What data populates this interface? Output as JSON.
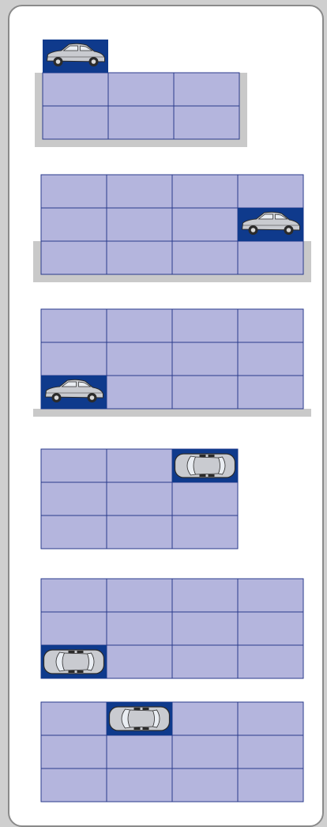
{
  "colors": {
    "cell": "#b4b5dd",
    "cell_border": "#2a3a8c",
    "highlight": "#0f3a8c",
    "ground": "#c9c9c9",
    "car_body": "#c9cbd0",
    "car_dark": "#2b2b2b",
    "car_window": "#e9edf2"
  },
  "icons": {
    "side_car": "car-side-icon",
    "top_car": "car-top-icon"
  },
  "diagrams": [
    {
      "id": "diagram-1",
      "rows": 2,
      "cols": 3,
      "car": {
        "row": -1,
        "col": 0,
        "view": "side"
      },
      "ground": "u-platform"
    },
    {
      "id": "diagram-2",
      "rows": 3,
      "cols": 4,
      "car": {
        "row": 1,
        "col": 3,
        "view": "side"
      },
      "ground": "u-platform-bottom-row"
    },
    {
      "id": "diagram-3",
      "rows": 3,
      "cols": 4,
      "car": {
        "row": 2,
        "col": 0,
        "view": "side"
      },
      "ground": "floor-line"
    },
    {
      "id": "diagram-4",
      "rows": 3,
      "cols": 3,
      "car": {
        "row": 0,
        "col": 2,
        "view": "top"
      },
      "ground": "none"
    },
    {
      "id": "diagram-5",
      "rows": 3,
      "cols": 4,
      "car": {
        "row": 2,
        "col": 0,
        "view": "top"
      },
      "ground": "none"
    },
    {
      "id": "diagram-6",
      "rows": 3,
      "cols": 4,
      "car": {
        "row": 0,
        "col": 1,
        "view": "top"
      },
      "ground": "none"
    }
  ]
}
